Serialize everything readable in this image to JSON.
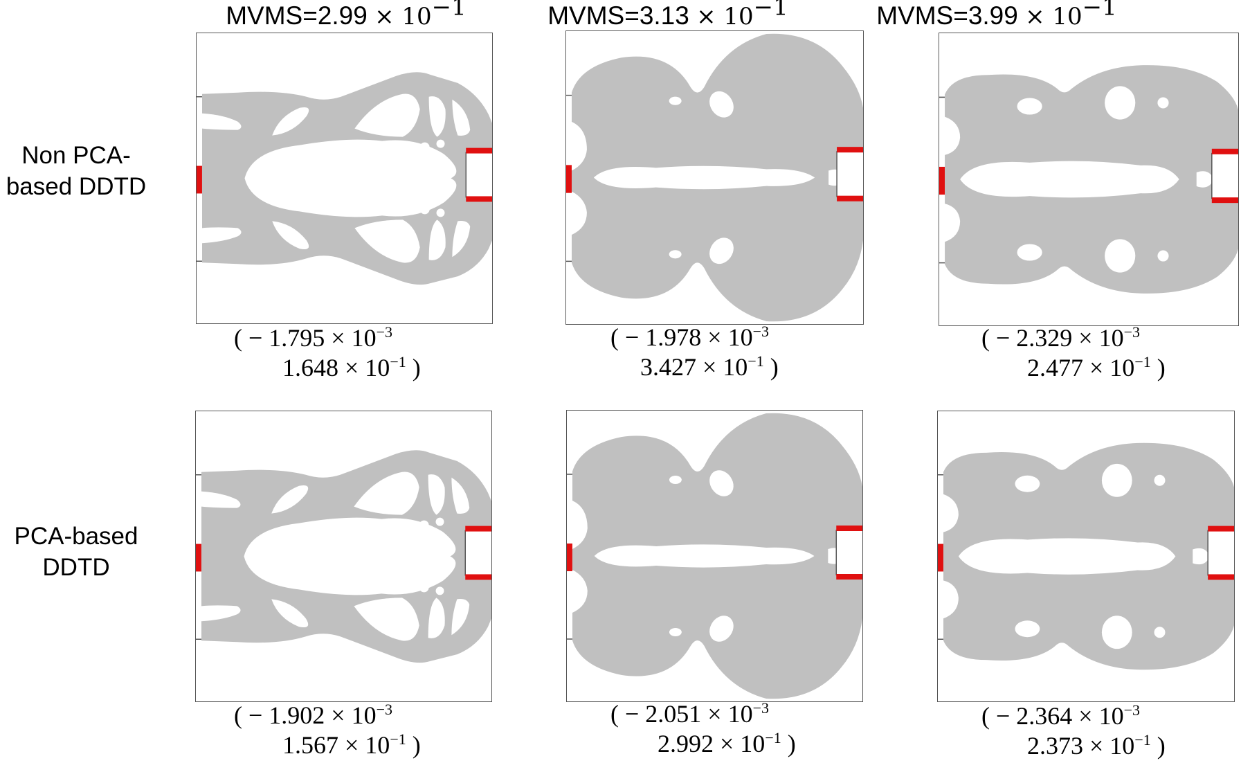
{
  "columns": [
    {
      "mvms_prefix": "MVMS=",
      "mvms_value": "2.99",
      "mvms_power": "× 10",
      "mvms_exp": "−1"
    },
    {
      "mvms_prefix": "MVMS=",
      "mvms_value": "3.13",
      "mvms_power": "× 10",
      "mvms_exp": "−1"
    },
    {
      "mvms_prefix": "MVMS=",
      "mvms_value": "3.99",
      "mvms_power": "× 10",
      "mvms_exp": "−1"
    }
  ],
  "rows": [
    {
      "label_line1": "Non PCA-",
      "label_line2": "based DDTD"
    },
    {
      "label_line1": "PCA-based",
      "label_line2": "DDTD"
    }
  ],
  "captions": [
    [
      {
        "open": "( − 1.795 × 10",
        "exp1": "−3",
        "second": "1.648 × 10",
        "exp2": "−1",
        "close": " )"
      },
      {
        "open": "( − 1.978 × 10",
        "exp1": "−3",
        "second": "3.427 × 10",
        "exp2": "−1",
        "close": " )"
      },
      {
        "open": "( − 2.329 × 10",
        "exp1": "−3",
        "second": "2.477 × 10",
        "exp2": "−1",
        "close": " )"
      }
    ],
    [
      {
        "open": "( − 1.902 × 10",
        "exp1": "−3",
        "second": "1.567 × 10",
        "exp2": "−1",
        "close": " )"
      },
      {
        "open": "( − 2.051 × 10",
        "exp1": "−3",
        "second": "2.992 × 10",
        "exp2": "−1",
        "close": " )"
      },
      {
        "open": "( − 2.364 × 10",
        "exp1": "−3",
        "second": "2.373 × 10",
        "exp2": "−1",
        "close": " )"
      }
    ]
  ],
  "colors": {
    "material": "#c0c0c0",
    "void": "#ffffff",
    "support": "#e01010",
    "frame": "#555555"
  }
}
